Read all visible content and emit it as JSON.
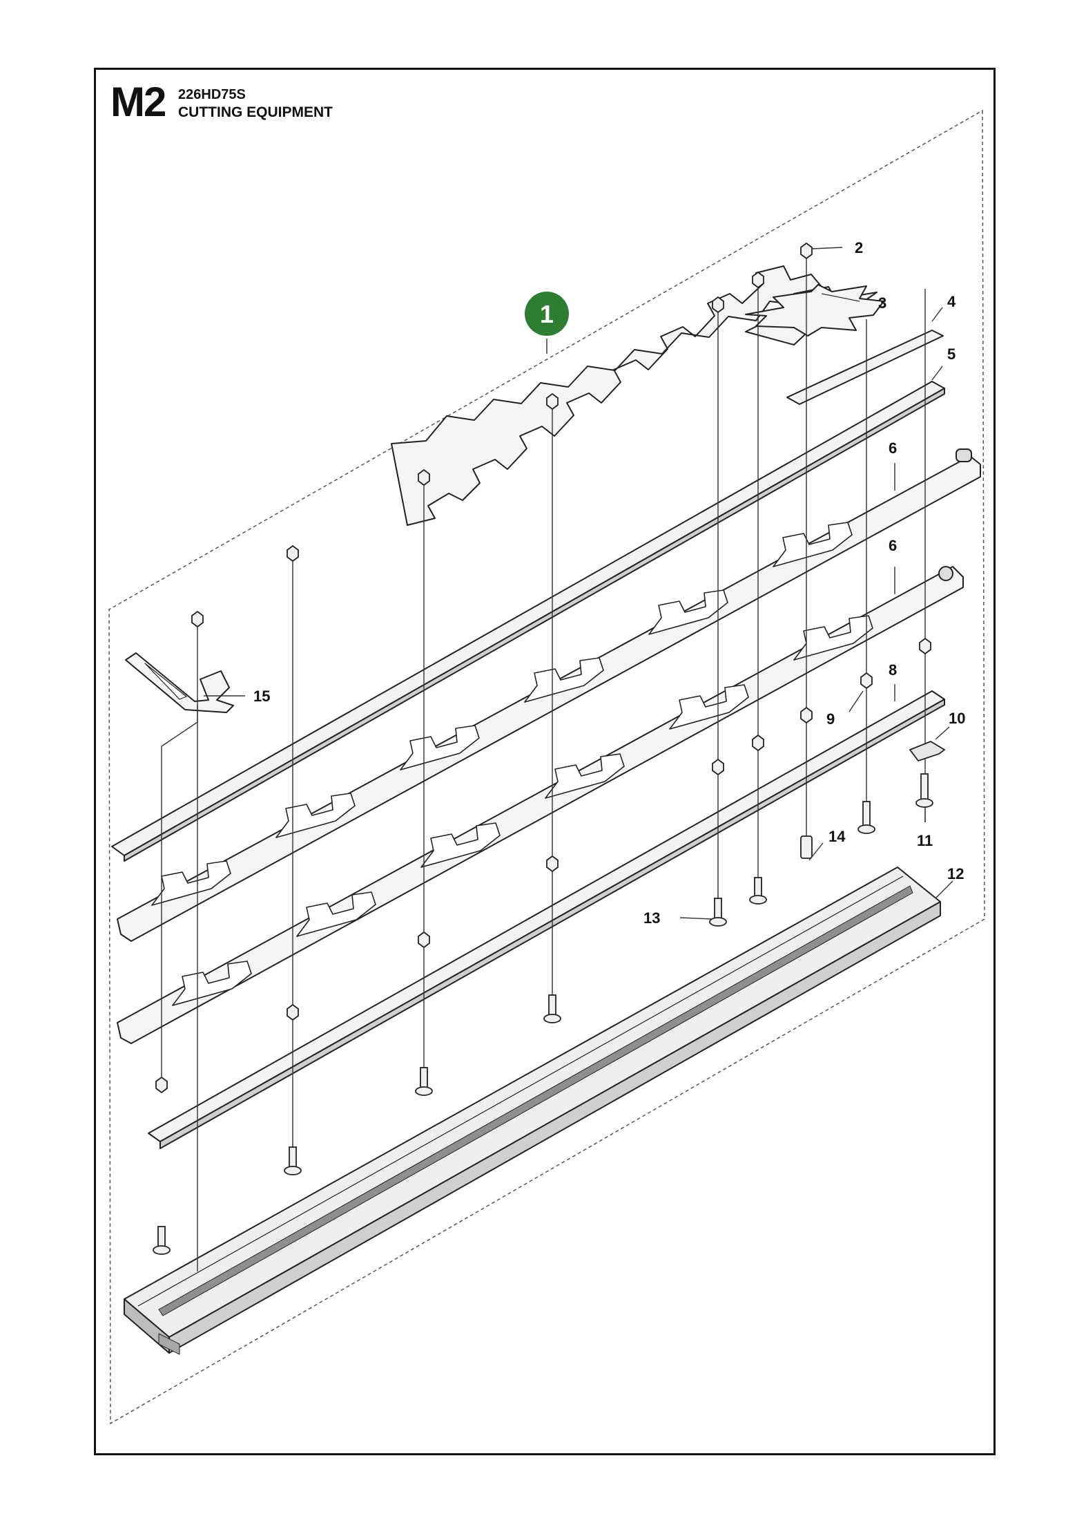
{
  "header": {
    "code": "M2",
    "model": "226HD75S",
    "title": "CUTTING EQUIPMENT"
  },
  "kit_badge": {
    "number": "1",
    "color": "#2e7d32"
  },
  "callouts": [
    {
      "label": "2"
    },
    {
      "label": "3"
    },
    {
      "label": "4"
    },
    {
      "label": "5"
    },
    {
      "label": "6"
    },
    {
      "label": "6"
    },
    {
      "label": "8"
    },
    {
      "label": "9"
    },
    {
      "label": "10"
    },
    {
      "label": "11"
    },
    {
      "label": "12"
    },
    {
      "label": "13"
    },
    {
      "label": "14"
    },
    {
      "label": "15"
    }
  ]
}
